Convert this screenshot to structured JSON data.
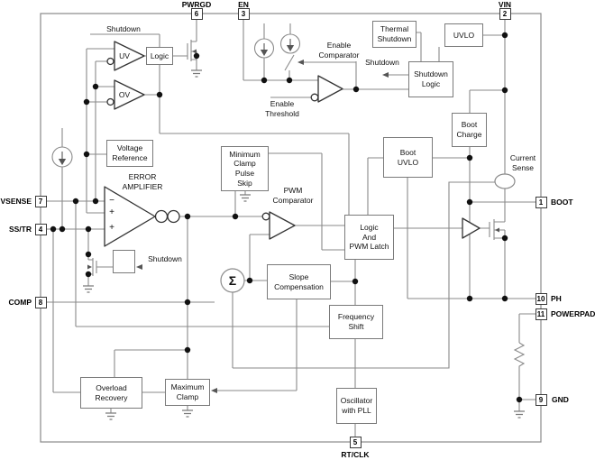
{
  "diagram": {
    "pins": {
      "pwrgd": {
        "label": "PWRGD",
        "number": "6"
      },
      "en": {
        "label": "EN",
        "number": "3"
      },
      "vin": {
        "label": "VIN",
        "number": "2"
      },
      "vsense": {
        "label": "VSENSE",
        "number": "7"
      },
      "sstr": {
        "label": "SS/TR",
        "number": "4"
      },
      "comp": {
        "label": "COMP",
        "number": "8"
      },
      "boot": {
        "label": "BOOT",
        "number": "1"
      },
      "ph": {
        "label": "PH",
        "number": "10"
      },
      "powerpad": {
        "label": "POWERPAD",
        "number": "11"
      },
      "gnd": {
        "label": "GND",
        "number": "9"
      },
      "rtclk": {
        "label": "RT/CLK",
        "number": "5"
      }
    },
    "blocks": {
      "logic": {
        "l1": "Logic"
      },
      "thermal_shutdown": {
        "l1": "Thermal",
        "l2": "Shutdown"
      },
      "uvlo": {
        "l1": "UVLO"
      },
      "shutdown_logic": {
        "l1": "Shutdown",
        "l2": "Logic"
      },
      "boot_charge": {
        "l1": "Boot",
        "l2": "Charge"
      },
      "voltage_reference": {
        "l1": "Voltage",
        "l2": "Reference"
      },
      "minimum_clamp": {
        "l1": "Minimum",
        "l2": "Clamp",
        "l3": "Pulse",
        "l4": "Skip"
      },
      "boot_uvlo": {
        "l1": "Boot",
        "l2": "UVLO"
      },
      "pwm_latch": {
        "l1": "Logic",
        "l2": "And",
        "l3": "PWM Latch"
      },
      "slope_compensation": {
        "l1": "Slope",
        "l2": "Compensation"
      },
      "frequency_shift": {
        "l1": "Frequency",
        "l2": "Shift"
      },
      "maximum_clamp": {
        "l1": "Maximum",
        "l2": "Clamp"
      },
      "overload_recovery": {
        "l1": "Overload",
        "l2": "Recovery"
      },
      "oscillator": {
        "l1": "Oscillator",
        "l2": "with PLL"
      }
    },
    "labels": {
      "shutdown_top": "Shutdown",
      "enable_comparator_1": "Enable",
      "enable_comparator_2": "Comparator",
      "shutdown_mid": "Shutdown",
      "enable_threshold_1": "Enable",
      "enable_threshold_2": "Threshold",
      "error_amplifier_1": "ERROR",
      "error_amplifier_2": "AMPLIFIER",
      "pwm_comparator_1": "PWM",
      "pwm_comparator_2": "Comparator",
      "current_sense_1": "Current",
      "current_sense_2": "Sense",
      "shutdown_ea": "Shutdown",
      "uv": "UV",
      "ov": "OV",
      "sigma": "Σ",
      "ea_minus": "−",
      "ea_plus1": "+",
      "ea_plus2": "+"
    },
    "colors": {
      "wire": "#8a8a8a",
      "box_border": "#7a7a7a",
      "shape_stroke": "#333333",
      "text": "#111111",
      "background": "#ffffff"
    }
  }
}
